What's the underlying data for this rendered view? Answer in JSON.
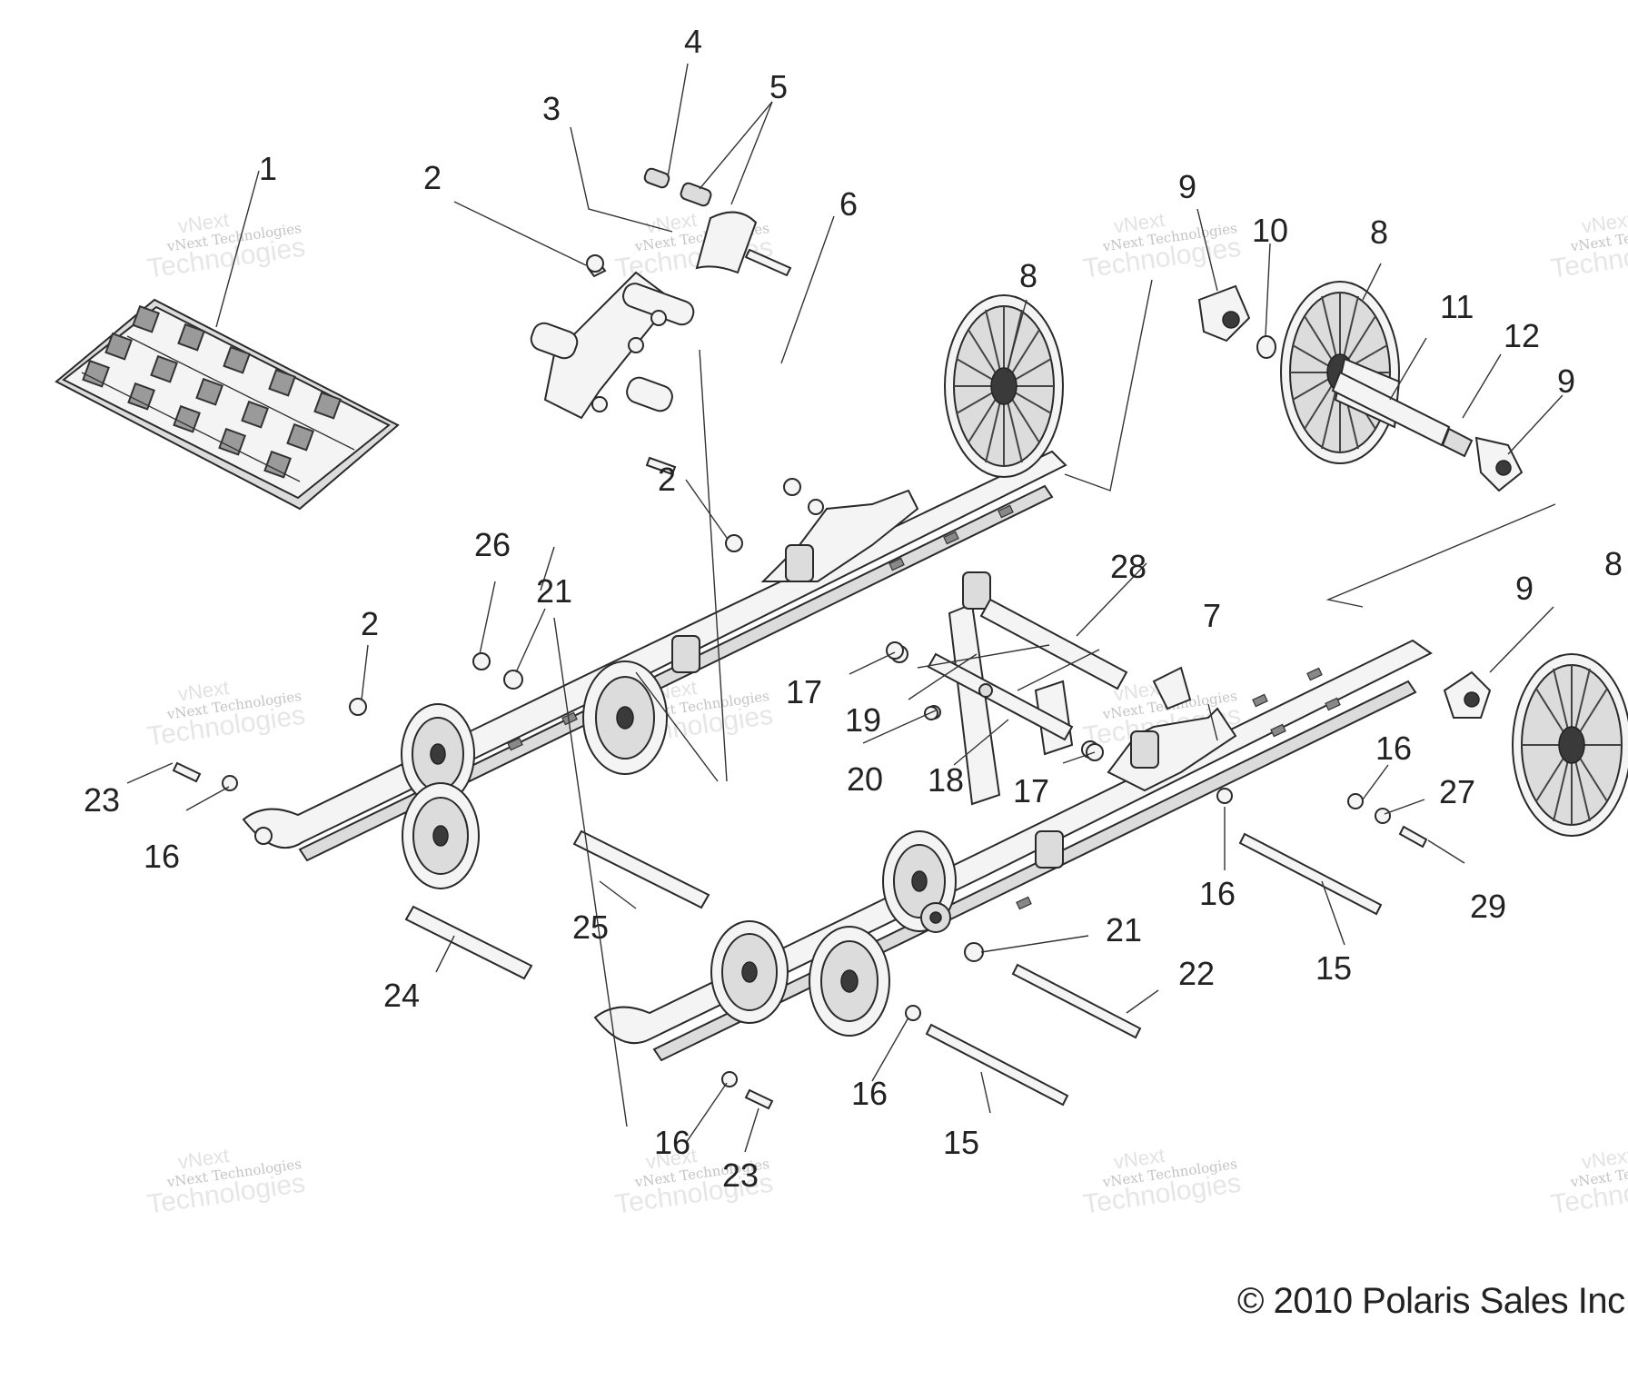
{
  "diagram": {
    "callouts": [
      {
        "id": "1",
        "text": "1"
      },
      {
        "id": "2a",
        "text": "2"
      },
      {
        "id": "2b",
        "text": "2"
      },
      {
        "id": "2c",
        "text": "2"
      },
      {
        "id": "3",
        "text": "3"
      },
      {
        "id": "4",
        "text": "4"
      },
      {
        "id": "5",
        "text": "5"
      },
      {
        "id": "6",
        "text": "6"
      },
      {
        "id": "7",
        "text": "7"
      },
      {
        "id": "8a",
        "text": "8"
      },
      {
        "id": "8b",
        "text": "8"
      },
      {
        "id": "8c",
        "text": "8"
      },
      {
        "id": "9a",
        "text": "9"
      },
      {
        "id": "9b",
        "text": "9"
      },
      {
        "id": "9c",
        "text": "9"
      },
      {
        "id": "10",
        "text": "10"
      },
      {
        "id": "11",
        "text": "11"
      },
      {
        "id": "12",
        "text": "12"
      },
      {
        "id": "15a",
        "text": "15"
      },
      {
        "id": "15b",
        "text": "15"
      },
      {
        "id": "16a",
        "text": "16"
      },
      {
        "id": "16b",
        "text": "16"
      },
      {
        "id": "16c",
        "text": "16"
      },
      {
        "id": "16d",
        "text": "16"
      },
      {
        "id": "16e",
        "text": "16"
      },
      {
        "id": "17a",
        "text": "17"
      },
      {
        "id": "17b",
        "text": "17"
      },
      {
        "id": "18",
        "text": "18"
      },
      {
        "id": "19",
        "text": "19"
      },
      {
        "id": "20",
        "text": "20"
      },
      {
        "id": "21a",
        "text": "21"
      },
      {
        "id": "21b",
        "text": "21"
      },
      {
        "id": "22",
        "text": "22"
      },
      {
        "id": "23a",
        "text": "23"
      },
      {
        "id": "23b",
        "text": "23"
      },
      {
        "id": "24",
        "text": "24"
      },
      {
        "id": "25",
        "text": "25"
      },
      {
        "id": "26",
        "text": "26"
      },
      {
        "id": "27",
        "text": "27"
      },
      {
        "id": "28",
        "text": "28"
      },
      {
        "id": "29",
        "text": "29"
      }
    ],
    "watermark": {
      "line1": "vNext Technologies",
      "line2": "Technologies",
      "line2_big": "vNext"
    },
    "copyright": "© 2010 Polaris Sales Inc"
  }
}
